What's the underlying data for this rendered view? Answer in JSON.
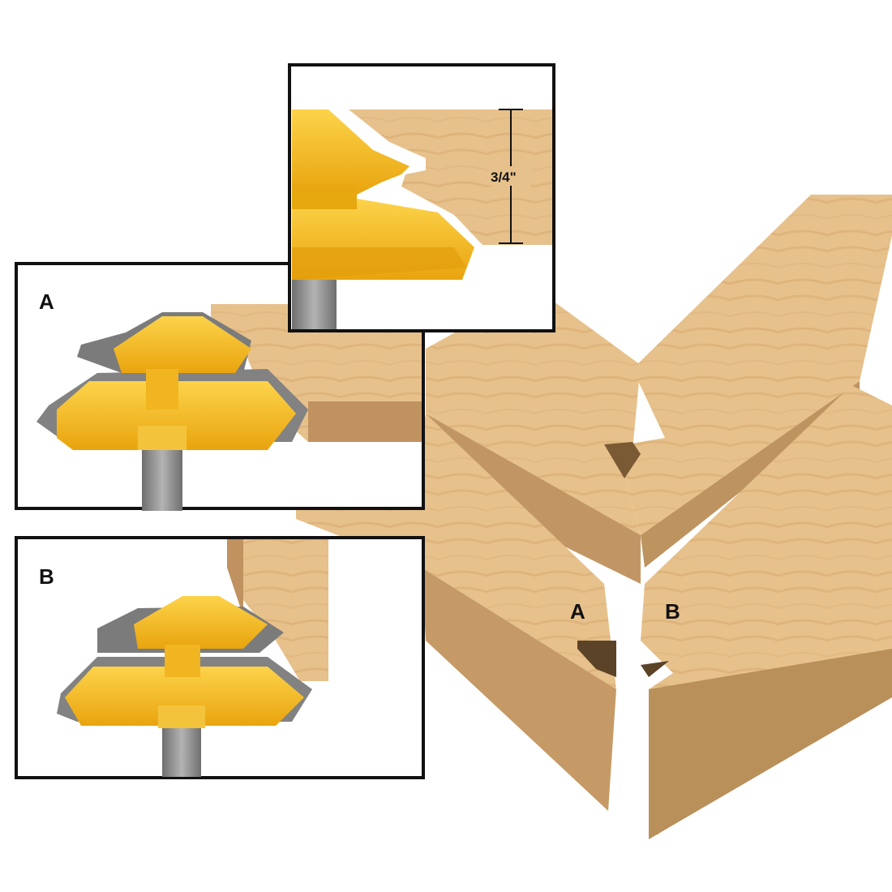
{
  "detail_inset": {
    "dimension_label": "3/4\""
  },
  "panel_a": {
    "label": "A"
  },
  "panel_b": {
    "label": "B"
  },
  "joint": {
    "label_a": "A",
    "label_b": "B"
  },
  "colors": {
    "wood_face": "#e9c48f",
    "wood_end": "#c9a06c",
    "wood_side": "#b98f5a",
    "cutter_yellow": "#f2b51c",
    "cutter_shadow": "#c98d0c",
    "steel": "#8a8a8a",
    "frame": "#111111"
  }
}
